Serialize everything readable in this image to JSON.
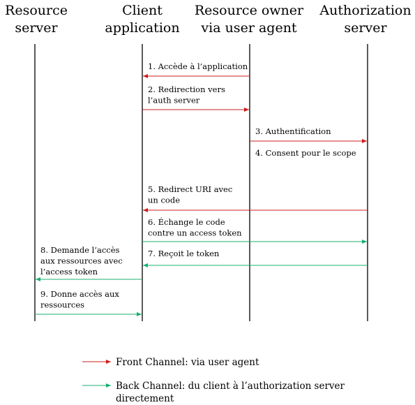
{
  "participants": [
    {
      "id": "rs",
      "lines": [
        "Resource",
        "server"
      ]
    },
    {
      "id": "app",
      "lines": [
        "Client",
        "application"
      ]
    },
    {
      "id": "ro",
      "lines": [
        "Resource owner",
        "via user agent"
      ]
    },
    {
      "id": "as",
      "lines": [
        "Authorization",
        "server"
      ]
    }
  ],
  "messages": [
    {
      "from": "ro",
      "to": "app",
      "channel": "front",
      "lines": [
        "1. Accède à l’application"
      ]
    },
    {
      "from": "app",
      "to": "ro",
      "channel": "front",
      "lines": [
        "2. Redirection vers",
        "l’auth server"
      ]
    },
    {
      "from": "ro",
      "to": "as",
      "channel": "front",
      "lines": [
        "3. Authentification"
      ]
    },
    {
      "from": "ro",
      "to": "as",
      "channel": "none",
      "lines": [
        "4. Consent pour le scope"
      ]
    },
    {
      "from": "as",
      "to": "app",
      "channel": "front",
      "lines": [
        "5. Redirect URI avec",
        "un code"
      ]
    },
    {
      "from": "app",
      "to": "as",
      "channel": "back",
      "lines": [
        "6. Échange le code",
        "contre un access token"
      ]
    },
    {
      "from": "as",
      "to": "app",
      "channel": "back",
      "lines": [
        "7. Reçoit le token"
      ]
    },
    {
      "from": "app",
      "to": "rs",
      "channel": "back",
      "lines": [
        "8. Demande l’accès",
        "aux ressources avec",
        "l’access token"
      ]
    },
    {
      "from": "rs",
      "to": "app",
      "channel": "back",
      "lines": [
        "9. Donne accès aux",
        "ressources"
      ]
    }
  ],
  "legend": [
    {
      "channel": "front",
      "lines": [
        "Front Channel: via user agent"
      ]
    },
    {
      "channel": "back",
      "lines": [
        "Back Channel: du client à l’authorization server",
        "directement"
      ]
    }
  ],
  "colors": {
    "front": "#cc1f1f",
    "back": "#18b070",
    "lifeline": "#000000"
  }
}
